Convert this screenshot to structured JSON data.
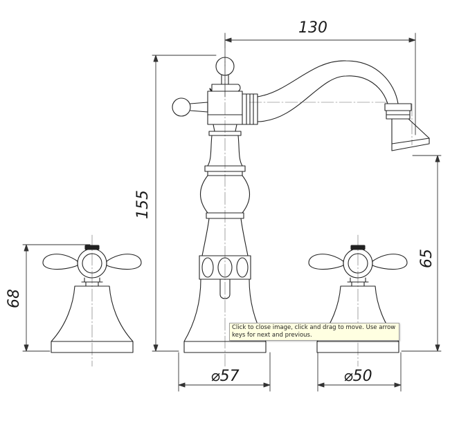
{
  "dimensions": {
    "spout_reach": "130",
    "total_height": "155",
    "handle_height": "68",
    "spout_outlet_height": "65",
    "base_diameter_main": "⌀57",
    "base_diameter_handle": "⌀50"
  },
  "tooltip": {
    "text": "Click to close image, click and drag to move. Use arrow keys for next and previous."
  }
}
